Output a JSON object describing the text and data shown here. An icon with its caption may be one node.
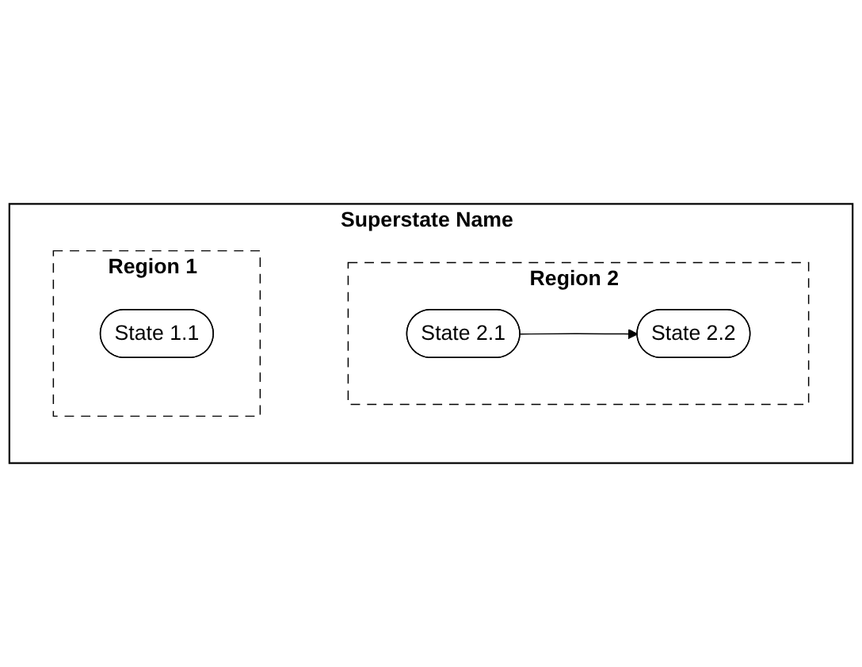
{
  "diagram": {
    "nodes": [
      {
        "text": [
          "Superstate Name"
        ]
      },
      {
        "text": [
          "Region 1"
        ],
        "in": 0
      },
      {
        "text": [
          "State 1.1"
        ],
        "in": 1
      },
      {
        "text": [
          "Region 2"
        ],
        "in": 0
      },
      {
        "text": [
          "State 2.1"
        ],
        "in": 3
      },
      {
        "text": [
          "State 2.2"
        ],
        "in": 3
      }
    ],
    "edges": [
      {
        "from": 4,
        "to": 5,
        "arrow": "to"
      }
    ]
  }
}
